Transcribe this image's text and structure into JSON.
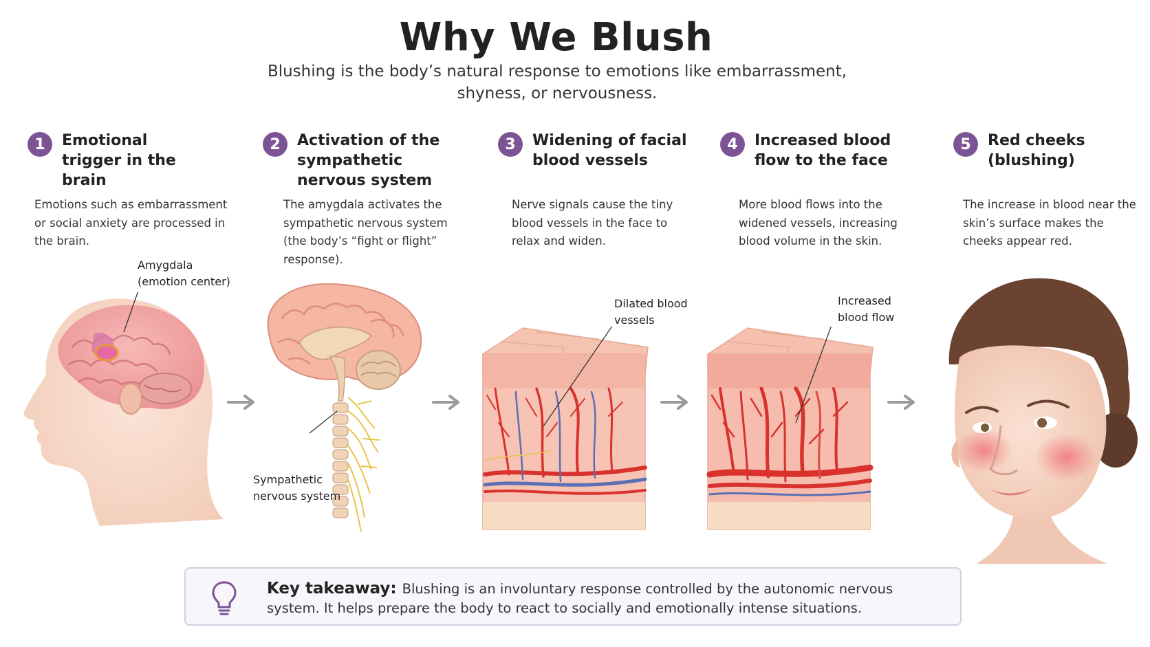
{
  "title": "Why We Blush",
  "subtitle": "Blushing is the body’s natural response to emotions like embarrassment, shyness, or nervousness.",
  "steps": [
    {
      "number": "1",
      "title": "Emotional trigger in the brain",
      "description": "Emotions such as embarrassment or social anxiety are processed in the brain."
    },
    {
      "number": "2",
      "title": "Activation of the sympathetic nervous system",
      "description": "The amygdala activates the sympathetic nervous system (the body’s “fight or flight” response)."
    },
    {
      "number": "3",
      "title": "Widening of facial blood vessels",
      "description": "Nerve signals cause the tiny blood vessels in the face to relax and widen."
    },
    {
      "number": "4",
      "title": "Increased blood flow to the face",
      "description": "More blood flows into the widened vessels, increasing blood volume in the skin."
    },
    {
      "number": "5",
      "title": "Red cheeks (blushing)",
      "description": "The increase in blood near the skin’s surface makes the cheeks appear red."
    }
  ],
  "labels": {
    "amygdala": "Amygdala (emotion center)",
    "sympathetic": "Sympathetic nervous system",
    "dilated": "Dilated blood vessels",
    "increased_flow": "Increased blood flow"
  },
  "takeaway": {
    "heading": "Key takeaway:",
    "text": "Blushing is an involuntary response controlled by the autonomic nervous system. It helps prepare the body to react to socially and emotionally intense situations."
  },
  "colors": {
    "accent": "#7c5496",
    "brain": "#f2a7a2",
    "skin": "#f4c7b4",
    "artery": "#d9322c",
    "vein": "#5b6fb4",
    "nerve": "#e8c44a",
    "blush": "#ef6a72"
  },
  "icons": [
    "lightbulb-icon",
    "arrow-right-icon"
  ]
}
